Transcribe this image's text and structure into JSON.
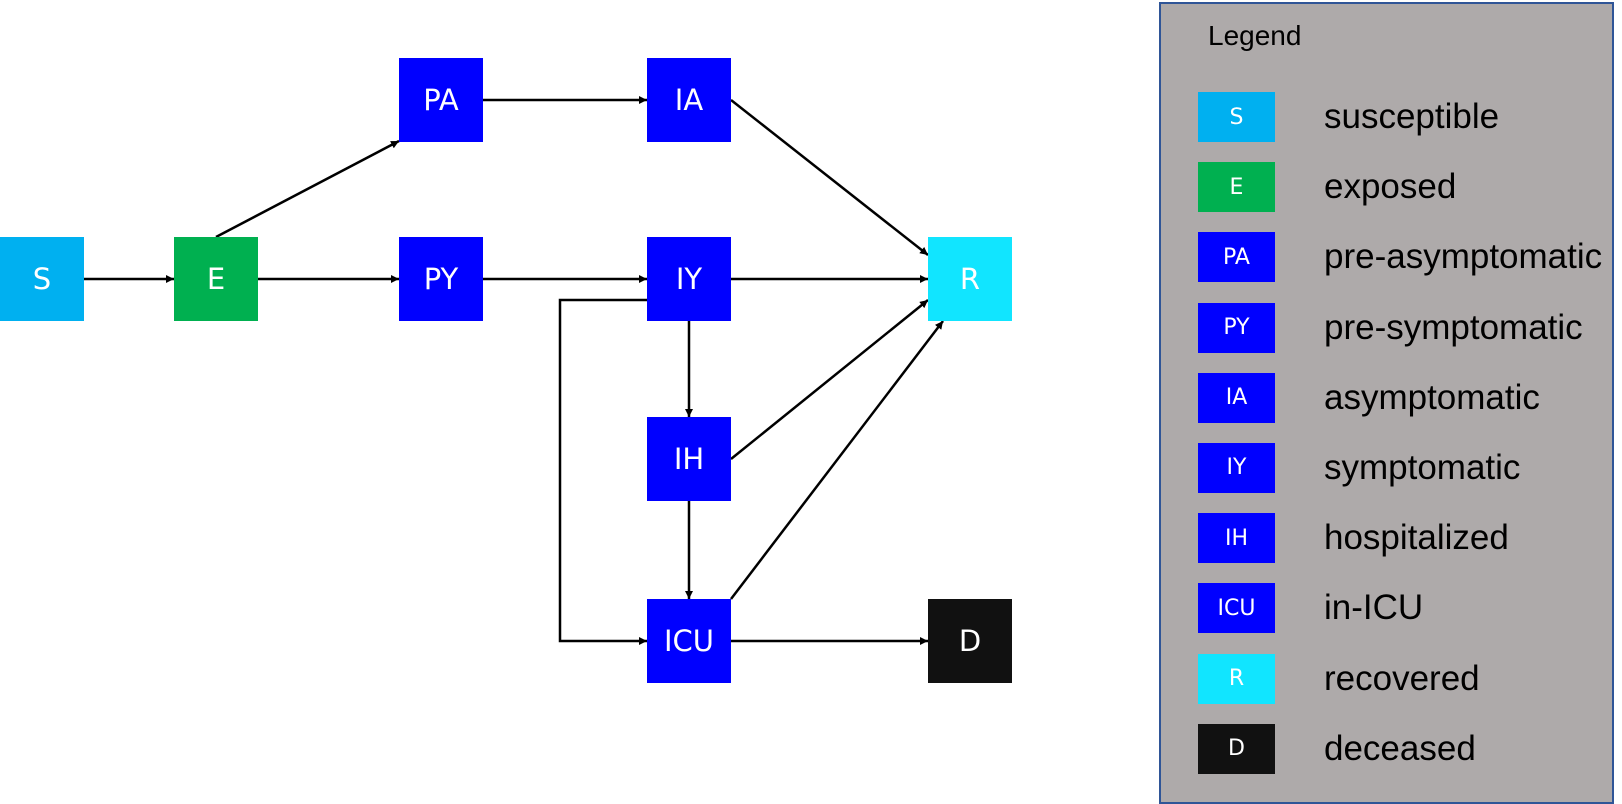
{
  "nodes": [
    {
      "id": "S",
      "label": "S",
      "color": "#00b0f0"
    },
    {
      "id": "E",
      "label": "E",
      "color": "#00b050"
    },
    {
      "id": "PA",
      "label": "PA",
      "color": "#0000ff"
    },
    {
      "id": "PY",
      "label": "PY",
      "color": "#0000ff"
    },
    {
      "id": "IA",
      "label": "IA",
      "color": "#0000ff"
    },
    {
      "id": "IY",
      "label": "IY",
      "color": "#0000ff"
    },
    {
      "id": "IH",
      "label": "IH",
      "color": "#0000ff"
    },
    {
      "id": "ICU",
      "label": "ICU",
      "color": "#0000ff"
    },
    {
      "id": "R",
      "label": "R",
      "color": "#11e5ff"
    },
    {
      "id": "D",
      "label": "D",
      "color": "#111111"
    }
  ],
  "edges": [
    {
      "from": "S",
      "to": "E"
    },
    {
      "from": "E",
      "to": "PA"
    },
    {
      "from": "E",
      "to": "PY"
    },
    {
      "from": "PA",
      "to": "IA"
    },
    {
      "from": "PY",
      "to": "IY"
    },
    {
      "from": "IA",
      "to": "R"
    },
    {
      "from": "IY",
      "to": "R"
    },
    {
      "from": "IY",
      "to": "IH"
    },
    {
      "from": "IY",
      "to": "ICU"
    },
    {
      "from": "IH",
      "to": "R"
    },
    {
      "from": "IH",
      "to": "ICU"
    },
    {
      "from": "ICU",
      "to": "R"
    },
    {
      "from": "ICU",
      "to": "D"
    }
  ],
  "legend": {
    "title": "Legend",
    "items": [
      {
        "code": "S",
        "label": "susceptible",
        "color": "#00b0f0"
      },
      {
        "code": "E",
        "label": "exposed",
        "color": "#00b050"
      },
      {
        "code": "PA",
        "label": "pre-asymptomatic",
        "color": "#0000ff"
      },
      {
        "code": "PY",
        "label": "pre-symptomatic",
        "color": "#0000ff"
      },
      {
        "code": "IA",
        "label": "asymptomatic",
        "color": "#0000ff"
      },
      {
        "code": "IY",
        "label": "symptomatic",
        "color": "#0000ff"
      },
      {
        "code": "IH",
        "label": "hospitalized",
        "color": "#0000ff"
      },
      {
        "code": "ICU",
        "label": "in-ICU",
        "color": "#0000ff"
      },
      {
        "code": "R",
        "label": "recovered",
        "color": "#11e5ff"
      },
      {
        "code": "D",
        "label": "deceased",
        "color": "#111111"
      }
    ]
  }
}
